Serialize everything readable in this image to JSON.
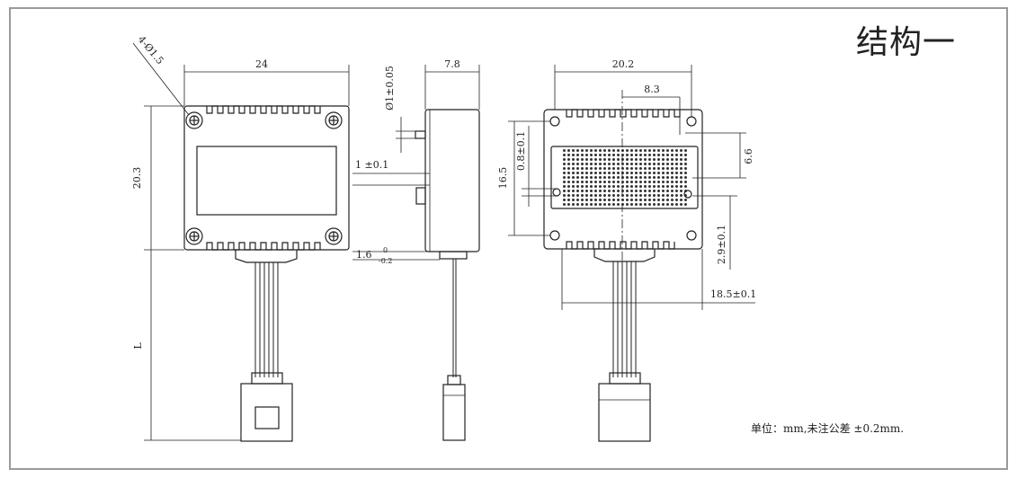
{
  "title": "结构一",
  "note": "单位：mm,未注公差 ±0.2mm.",
  "front_view": {
    "width_dim": "24",
    "height_dim": "20.3",
    "hole_dim": "4-Ø1.5",
    "cable_length_dim": "L"
  },
  "side_view": {
    "thickness_dim": "7.8",
    "pin_dim": "Ø1±0.05",
    "offset_dim": "1 ±0.1",
    "base_dim": "1.6",
    "base_tol_upper": "0",
    "base_tol_lower": "-0.2"
  },
  "back_view": {
    "width_dim": "20.2",
    "half_dim": "8.3",
    "height_dim": "16.5",
    "slot_dim": "0.8±0.1",
    "right_dim": "6.6",
    "lower_dim": "2.9±0.1",
    "bottom_dim": "18.5±0.1"
  }
}
